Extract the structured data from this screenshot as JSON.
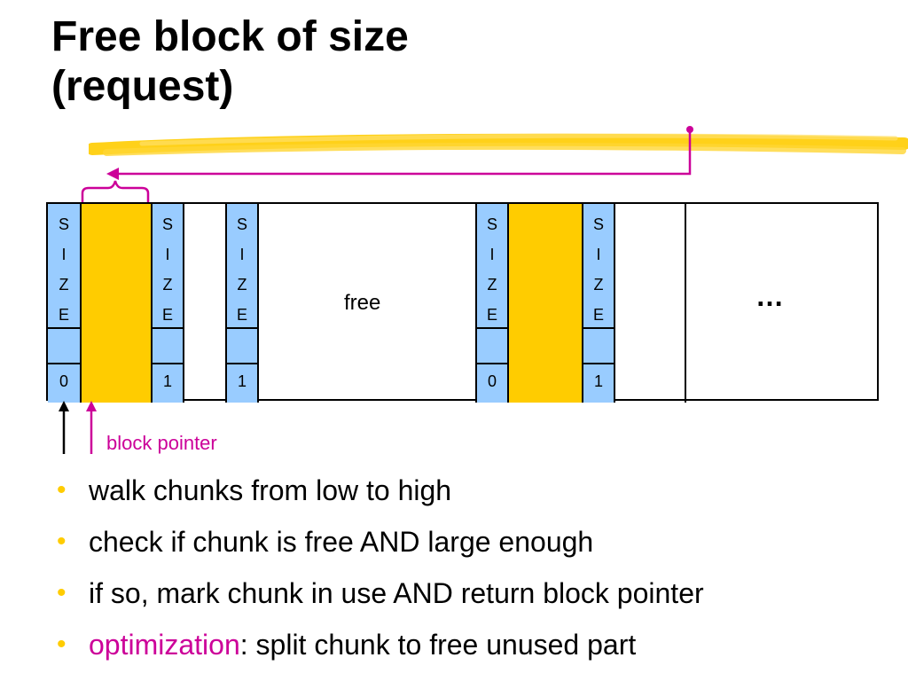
{
  "title": {
    "line1": "Free block of size",
    "line2": "(request)"
  },
  "colors": {
    "header": "#99ccff",
    "allocated": "#ffcc00",
    "accent": "#cc0099",
    "bullet": "#ffcc00"
  },
  "heap": {
    "header_letters": "S\nI\nZ\nE",
    "blocks": [
      {
        "header_flag": "0",
        "footer_flag": "1",
        "payload": "allocated"
      },
      {
        "header_flag": "1",
        "payload": "free",
        "label": "free"
      },
      {
        "header_flag": "0",
        "footer_flag": "1",
        "payload": "allocated"
      }
    ],
    "ellipsis": "…"
  },
  "pointer_label": "block pointer",
  "bullets": [
    {
      "text": "walk chunks from low to high"
    },
    {
      "text": "check if chunk is free AND large enough"
    },
    {
      "text": "if so, mark chunk in use AND return block pointer"
    },
    {
      "highlight": "optimization",
      "text": ": split chunk to free unused part"
    }
  ]
}
